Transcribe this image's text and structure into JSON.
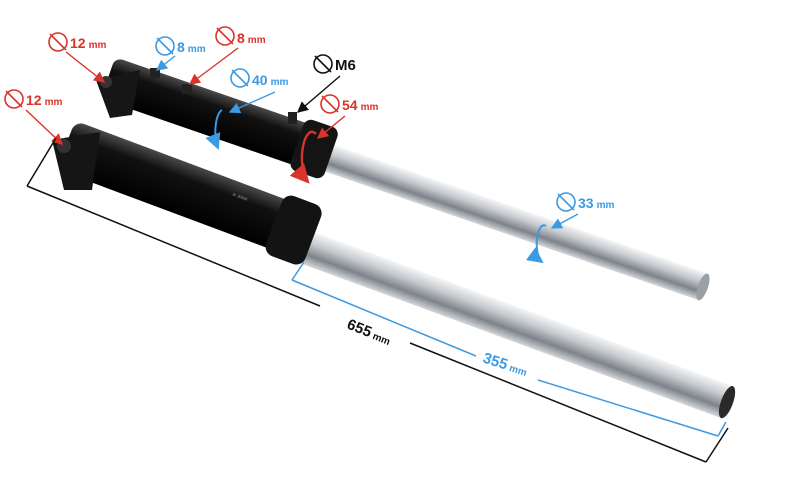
{
  "colors": {
    "red": "#d9342b",
    "blue": "#3b9ae1",
    "black": "#111111",
    "tube_dark": "#0a0a0a",
    "chrome": "#b8bcc1"
  },
  "annotations": {
    "bolt_top_left": {
      "value": "12",
      "unit": "mm"
    },
    "bolt_left": {
      "value": "12",
      "unit": "mm"
    },
    "hole_8_blue": {
      "value": "8",
      "unit": "mm"
    },
    "hole_8_red": {
      "value": "8",
      "unit": "mm"
    },
    "clamp_40": {
      "value": "40",
      "unit": "mm"
    },
    "thread": {
      "value": "M6"
    },
    "seal_54": {
      "value": "54",
      "unit": "mm"
    },
    "stanchion_33": {
      "value": "33",
      "unit": "mm"
    },
    "total_length": {
      "value": "655",
      "unit": "mm"
    },
    "stanchion_length": {
      "value": "355",
      "unit": "mm"
    }
  },
  "icons": {
    "diameter": "diameter-icon",
    "arrow": "arrow-icon"
  }
}
